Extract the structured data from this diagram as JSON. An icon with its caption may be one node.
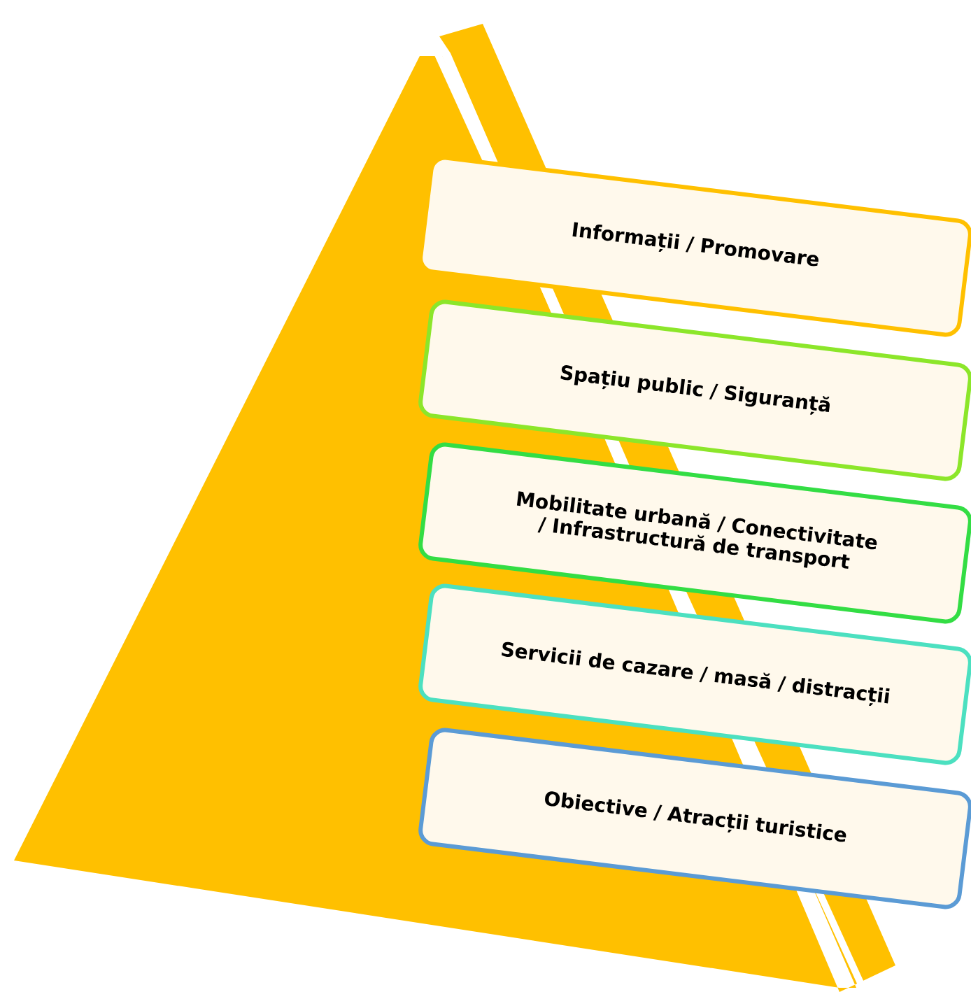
{
  "diagram": {
    "nodes": [
      {
        "text": [
          "Informații / Promovare"
        ]
      },
      {
        "text": [
          "Spațiu public / Siguranță"
        ]
      },
      {
        "text": [
          "Mobilitate urbană / Conectivitate / Infrastructură de transport"
        ]
      },
      {
        "text": [
          "Servicii de cazare / masă / distracții"
        ]
      },
      {
        "text": [
          "Obiective / Atracții turistice"
        ]
      }
    ]
  }
}
